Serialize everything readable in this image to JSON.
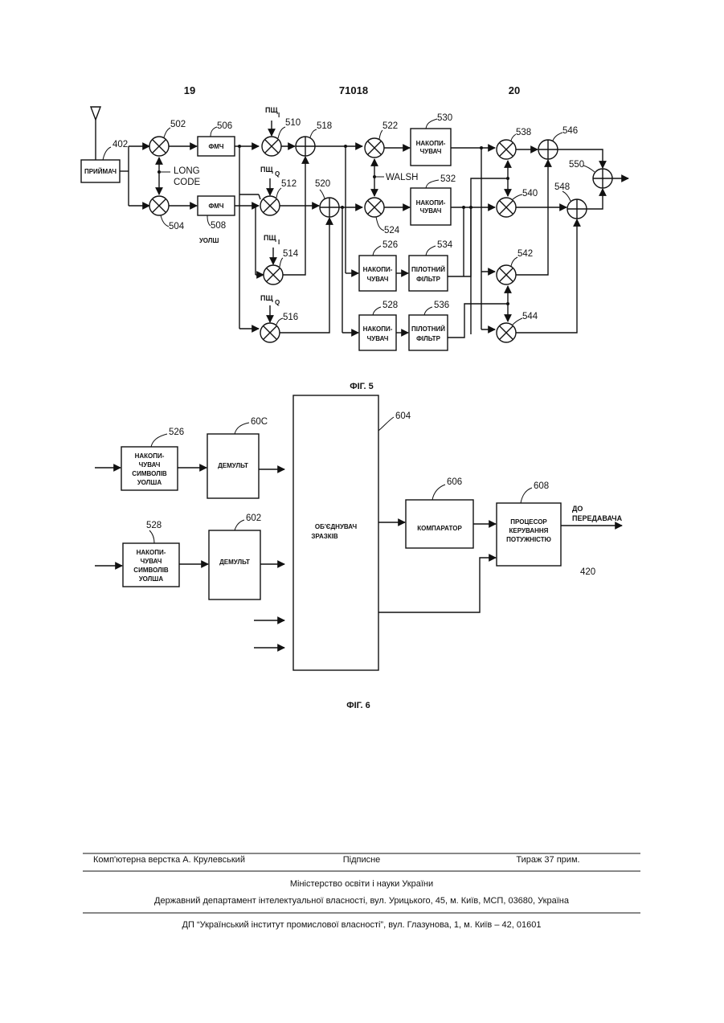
{
  "header": {
    "page_left": "19",
    "patent_number": "71018",
    "page_right": "20"
  },
  "fig5": {
    "caption": "ФІГ. 5",
    "receiver": "ПРИЙМАЧ",
    "long_code": [
      "LONG",
      "CODE"
    ],
    "fmch": "ФМЧ",
    "uolsh": "УОЛШ",
    "walsh": "WALSH",
    "pn_i": "ПЩ",
    "pn_q": "ПЩ",
    "sub_i": "I",
    "sub_q": "Q",
    "accumulator": [
      "НАКОПИ-",
      "ЧУВАЧ"
    ],
    "pilot_filter": [
      "ПІЛОТНИЙ",
      "ФІЛЬТР"
    ],
    "refs": {
      "r402": "402",
      "r502": "502",
      "r504": "504",
      "r506": "506",
      "r508": "508",
      "r510": "510",
      "r512": "512",
      "r514": "514",
      "r516": "516",
      "r518": "518",
      "r520": "520",
      "r522": "522",
      "r524": "524",
      "r526": "526",
      "r528": "528",
      "r530": "530",
      "r532": "532",
      "r534": "534",
      "r536": "536",
      "r538": "538",
      "r540": "540",
      "r542": "542",
      "r544": "544",
      "r546": "546",
      "r548": "548",
      "r550": "550"
    }
  },
  "fig6": {
    "caption": "ФІГ. 6",
    "acc_symbols": [
      "НАКОПИ-",
      "ЧУВАЧ",
      "СИМВОЛІВ",
      "УОЛША"
    ],
    "demux": "ДЕМУЛЬТ",
    "combiner": [
      "ОБ'ЄДНУВАЧ",
      "ЗРАЗКІВ"
    ],
    "comparator": "КОМПАРАТОР",
    "processor": [
      "ПРОЦЕСОР",
      "КЕРУВАННЯ",
      "ПОТУЖНІСТЮ"
    ],
    "to_transmitter": [
      "ДО",
      "ПЕРЕДАВАЧА"
    ],
    "refs": {
      "r526": "526",
      "r528": "528",
      "r600": "60C",
      "r602": "602",
      "r604": "604",
      "r606": "606",
      "r608": "608",
      "r420": "420"
    }
  },
  "footer": {
    "layout": "Комп'ютерна верстка А. Крулевський",
    "signed": "Підписне",
    "circulation": "Тираж 37 прим.",
    "ministry": "Міністерство освіти і науки України",
    "department": "Державний департамент інтелектуальної власності, вул. Урицького, 45, м. Київ, МСП, 03680, Україна",
    "institute": "ДП “Український інститут промислової власності”, вул. Глазунова, 1, м. Київ – 42, 01601"
  }
}
